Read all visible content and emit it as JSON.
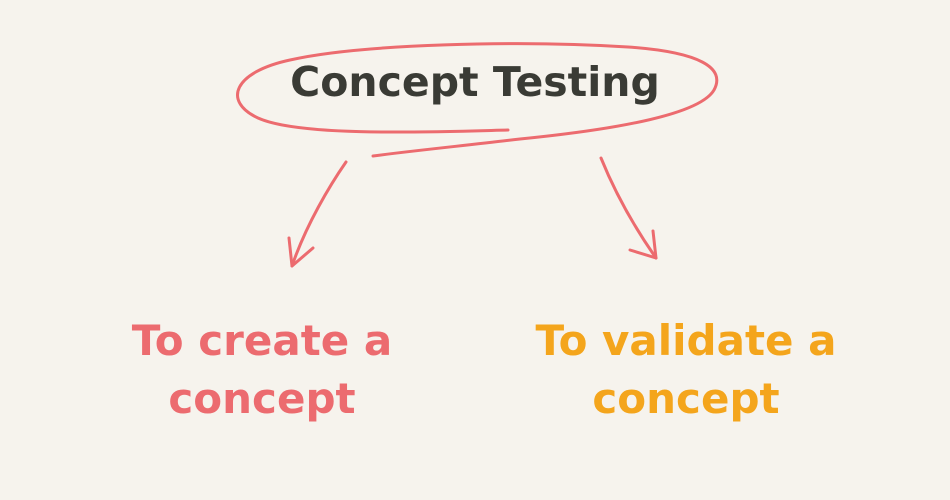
{
  "title": "Concept Testing",
  "branches": [
    {
      "line1": "To create a",
      "line2": "concept",
      "color": "#ec6b6f"
    },
    {
      "line1": "To validate a",
      "line2": "concept",
      "color": "#f4a51c"
    }
  ],
  "colors": {
    "background": "#f6f3ed",
    "title_text": "#3a3b35",
    "sketch_stroke": "#ec6b6f"
  }
}
